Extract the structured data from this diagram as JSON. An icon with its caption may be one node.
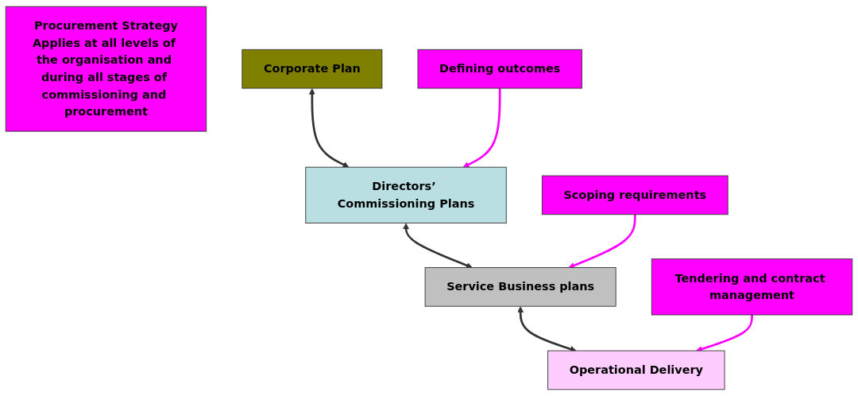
{
  "diagram": {
    "nodes": [
      {
        "text": [
          "Procurement Strategy",
          "Applies at all levels of the organisation and during all stages of commissioning and procurement"
        ]
      },
      {
        "text": [
          "Corporate Plan"
        ]
      },
      {
        "text": [
          "Directors’ Commissioning Plans"
        ]
      },
      {
        "text": [
          "Service Business plans"
        ]
      },
      {
        "text": [
          "Operational Delivery"
        ]
      },
      {
        "text": [
          "Defining outcomes"
        ]
      },
      {
        "text": [
          "Scoping requirements"
        ]
      },
      {
        "text": [
          "Tendering and contract management"
        ]
      }
    ],
    "edges": [
      {
        "from": 1,
        "to": 2,
        "arrow": "both"
      },
      {
        "from": 2,
        "to": 3,
        "arrow": "both"
      },
      {
        "from": 3,
        "to": 4,
        "arrow": "both"
      },
      {
        "from": 5,
        "to": 2,
        "arrow": "to",
        "color": "#ff00ff"
      },
      {
        "from": 6,
        "to": 3,
        "arrow": "to",
        "color": "#ff00ff"
      },
      {
        "from": 7,
        "to": 4,
        "arrow": "to",
        "color": "#ff00ff"
      }
    ]
  }
}
